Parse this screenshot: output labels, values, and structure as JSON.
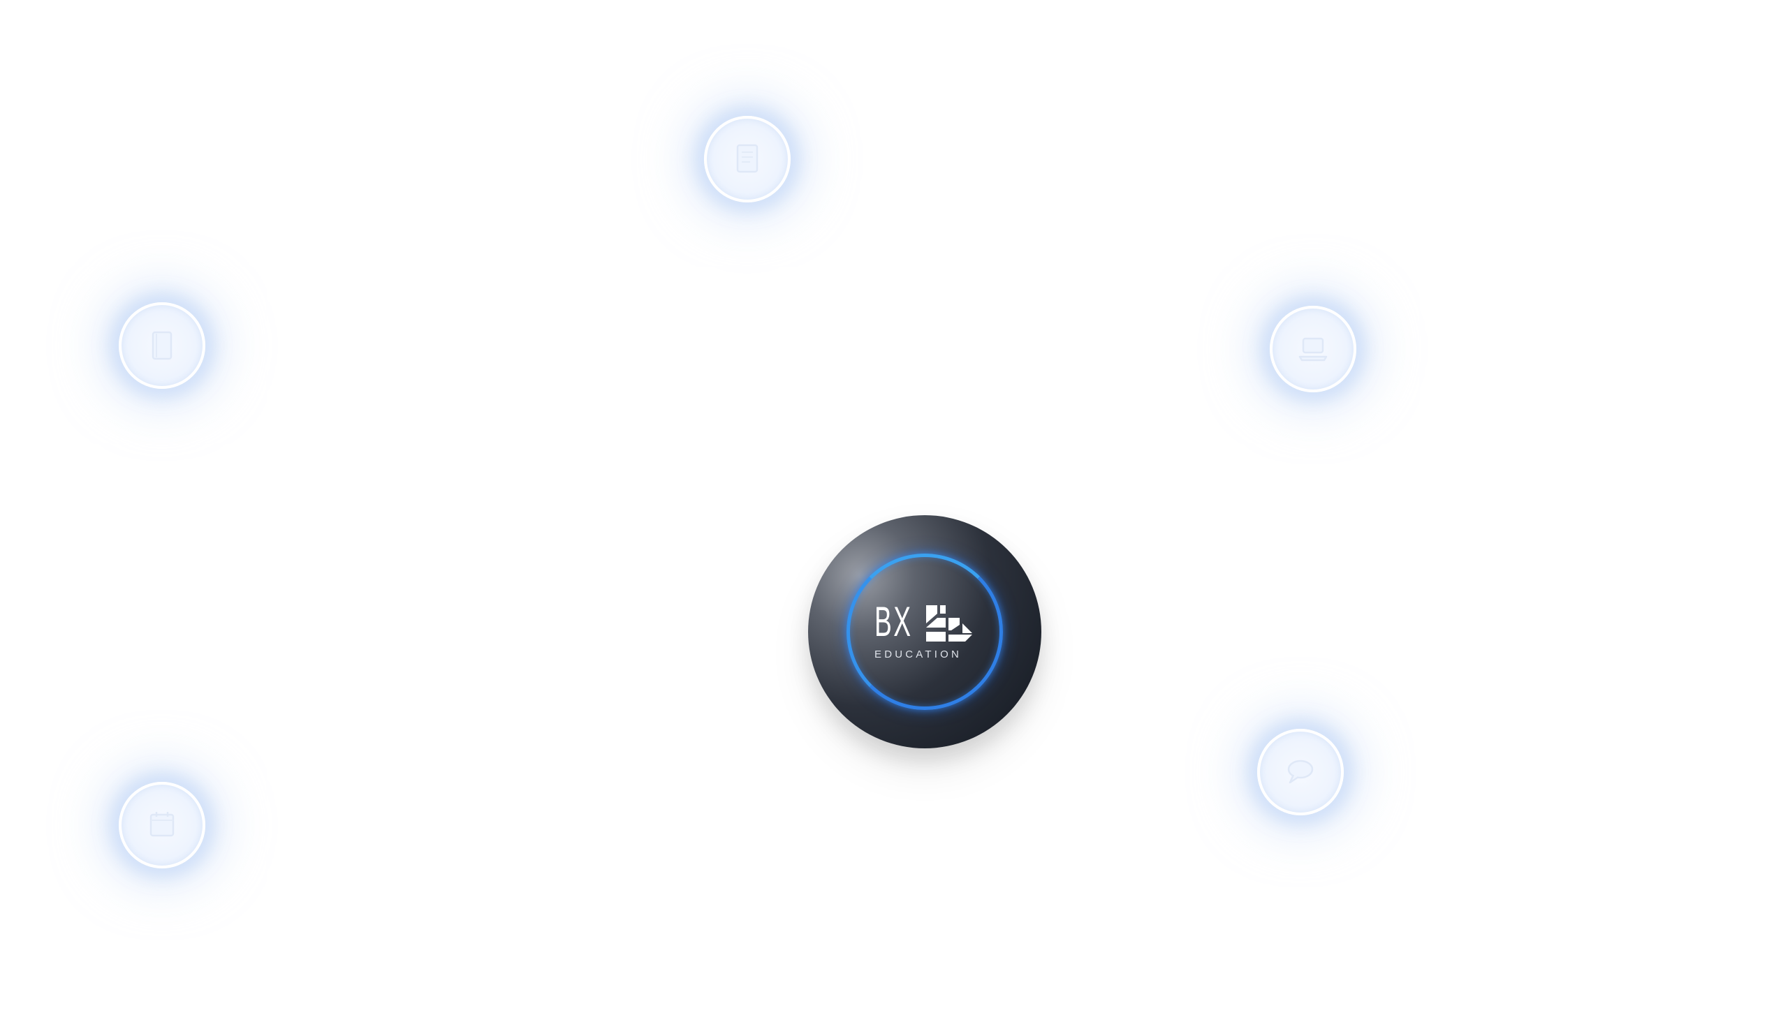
{
  "hub": {
    "logo_text": "BX",
    "logo_subtitle": "EDUCATION",
    "ring_color": "#2f7fe6"
  },
  "nodes": [
    {
      "id": "top",
      "icon": "document-icon"
    },
    {
      "id": "left-upper",
      "icon": "book-icon"
    },
    {
      "id": "right-upper",
      "icon": "laptop-icon"
    },
    {
      "id": "right-lower",
      "icon": "chat-icon"
    },
    {
      "id": "left-lower",
      "icon": "calendar-icon"
    }
  ],
  "colors": {
    "background": "#ffffff",
    "node_glow": "#d6e4fa",
    "hub_dark": "#1d222b",
    "accent_blue": "#2f7fe6"
  }
}
